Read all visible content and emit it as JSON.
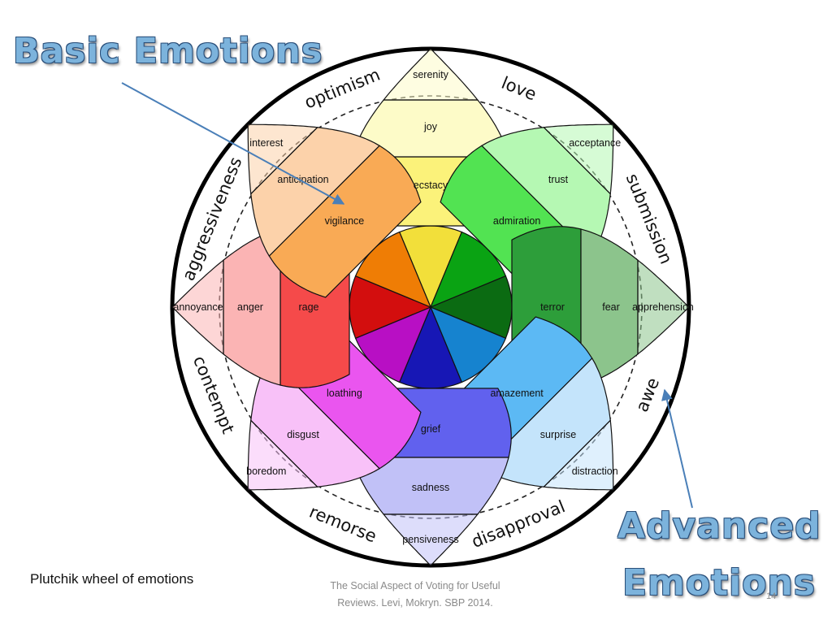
{
  "titles": {
    "basic": "Basic Emotions",
    "advanced_line1": "Advanced",
    "advanced_line2": "Emotions"
  },
  "caption": "Plutchik wheel of emotions",
  "footer": {
    "line1": "The Social Aspect of Voting for Useful",
    "line2": "Reviews. Levi, Mokryn. SBP 2014."
  },
  "page_number": "14",
  "petals": [
    {
      "name": "joy-petal",
      "direction": "up",
      "labels": [
        "ecstacy",
        "joy",
        "serenity"
      ],
      "colors": [
        "#f2df3a",
        "#fbf27a",
        "#fdfbc8"
      ]
    },
    {
      "name": "trust-petal",
      "direction": "up-right",
      "labels": [
        "admiration",
        "trust",
        "acceptance"
      ],
      "colors": [
        "#0aa313",
        "#52e352",
        "#b5f8b3"
      ]
    },
    {
      "name": "fear-petal",
      "direction": "right",
      "labels": [
        "terror",
        "fear",
        "apprehension"
      ],
      "colors": [
        "#0b6b12",
        "#2d9e3a",
        "#8cc48c"
      ]
    },
    {
      "name": "surprise-petal",
      "direction": "down-right",
      "labels": [
        "amazement",
        "surprise",
        "distraction"
      ],
      "colors": [
        "#1683cf",
        "#5cb9f4",
        "#c4e4fb"
      ]
    },
    {
      "name": "sadness-petal",
      "direction": "down",
      "labels": [
        "grief",
        "sadness",
        "pensiveness"
      ],
      "colors": [
        "#1717b5",
        "#6161ee",
        "#c1c1f7"
      ]
    },
    {
      "name": "disgust-petal",
      "direction": "down-left",
      "labels": [
        "loathing",
        "disgust",
        "boredom"
      ],
      "colors": [
        "#b80fc4",
        "#ea55ef",
        "#f8c1f8"
      ]
    },
    {
      "name": "anger-petal",
      "direction": "left",
      "labels": [
        "rage",
        "anger",
        "annoyance"
      ],
      "colors": [
        "#d30e0e",
        "#f54a4a",
        "#fbb4b4"
      ]
    },
    {
      "name": "anticipation-petal",
      "direction": "up-left",
      "labels": [
        "vigilance",
        "anticipation",
        "interest"
      ],
      "colors": [
        "#ef7d05",
        "#f9aa55",
        "#fcd2aa"
      ]
    }
  ],
  "dyads": [
    {
      "label": "optimism",
      "position": "up-left"
    },
    {
      "label": "love",
      "position": "up-right"
    },
    {
      "label": "submission",
      "position": "right-up"
    },
    {
      "label": "awe",
      "position": "right-down"
    },
    {
      "label": "disapproval",
      "position": "down-right"
    },
    {
      "label": "remorse",
      "position": "down-left"
    },
    {
      "label": "contempt",
      "position": "left-down"
    },
    {
      "label": "aggressiveness",
      "position": "left-up"
    }
  ]
}
